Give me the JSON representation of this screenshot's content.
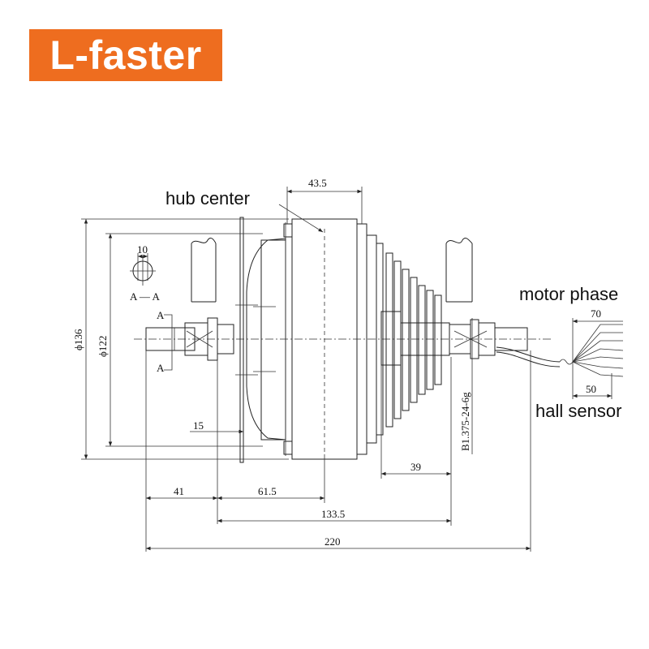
{
  "brand": {
    "logo_text": "L-faster",
    "color": "#ee6d1f"
  },
  "labels": {
    "hub_center": "hub center",
    "motor_phase": "motor phase",
    "hall_sensor": "hall sensor"
  },
  "dimensions": {
    "d136": "136",
    "d122": "122",
    "flange_offset": "43.5",
    "slot_width": "10",
    "section_label": "A — A",
    "section_mark_upper": "A",
    "section_mark_lower": "A",
    "small_15": "15",
    "thread_spec": "B1.375-24-6g",
    "freewheel_39": "39",
    "left_41": "41",
    "left_61_5": "61.5",
    "overall_133_5": "133.5",
    "overall_220": "220",
    "cable_70": "70",
    "cable_50": "50"
  }
}
